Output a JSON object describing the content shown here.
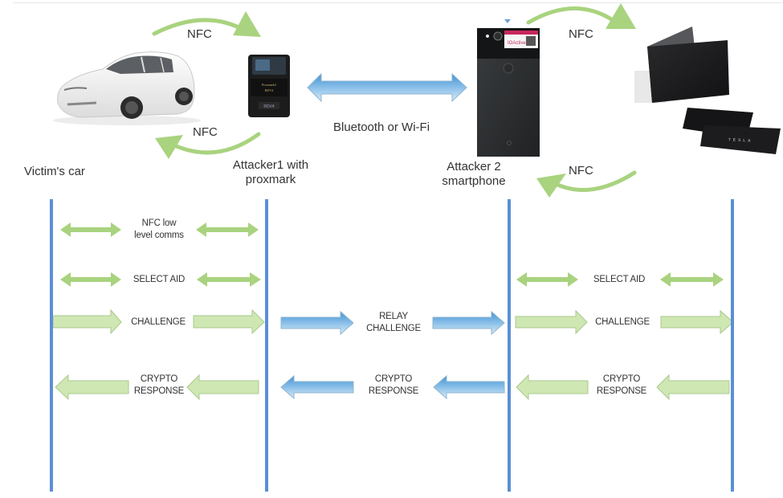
{
  "diagram": {
    "title": "NFC relay attack on car key card",
    "colors": {
      "nfc_arrow": "#a9d37f",
      "nfc_arrow_fill": "#cfe7b3",
      "relay_arrow_top": "#b9dcf4",
      "relay_arrow_bottom": "#3f93d6",
      "lifeline": "#5b8fd6"
    },
    "actors": [
      {
        "id": "car",
        "label": "Victim's car",
        "image": "white-tesla-model-y"
      },
      {
        "id": "proxmark",
        "label_line1": "Attacker1 with",
        "label_line2": "proxmark",
        "image": "proxmark-device"
      },
      {
        "id": "smartphone",
        "label_line1": "Attacker 2",
        "label_line2": "smartphone",
        "image": "black-pixel-smartphone-with-ioactive-sticker"
      },
      {
        "id": "keycard",
        "label": "",
        "image": "tesla-key-cards"
      }
    ],
    "top_links": {
      "nfc_top_left": "NFC",
      "nfc_bottom_left": "NFC",
      "nfc_top_right": "NFC",
      "nfc_bottom_right": "NFC",
      "bridge": "Bluetooth or Wi-Fi"
    },
    "phone_sticker": "IOActive",
    "card_brand": "TESLA",
    "messages": {
      "seg1": [
        {
          "line1": "NFC low",
          "line2": "level comms",
          "direction": "both"
        },
        {
          "line1": "SELECT AID",
          "line2": "",
          "direction": "both"
        },
        {
          "line1": "CHALLENGE",
          "line2": "",
          "direction": "right"
        },
        {
          "line1": "CRYPTO",
          "line2": "RESPONSE",
          "direction": "left"
        }
      ],
      "seg2": [
        {
          "line1": "RELAY",
          "line2": "CHALLENGE",
          "direction": "right"
        },
        {
          "line1": "CRYPTO",
          "line2": "RESPONSE",
          "direction": "left"
        }
      ],
      "seg3": [
        {
          "line1": "SELECT AID",
          "line2": "",
          "direction": "both"
        },
        {
          "line1": "CHALLENGE",
          "line2": "",
          "direction": "right"
        },
        {
          "line1": "CRYPTO",
          "line2": "RESPONSE",
          "direction": "left"
        }
      ]
    }
  }
}
